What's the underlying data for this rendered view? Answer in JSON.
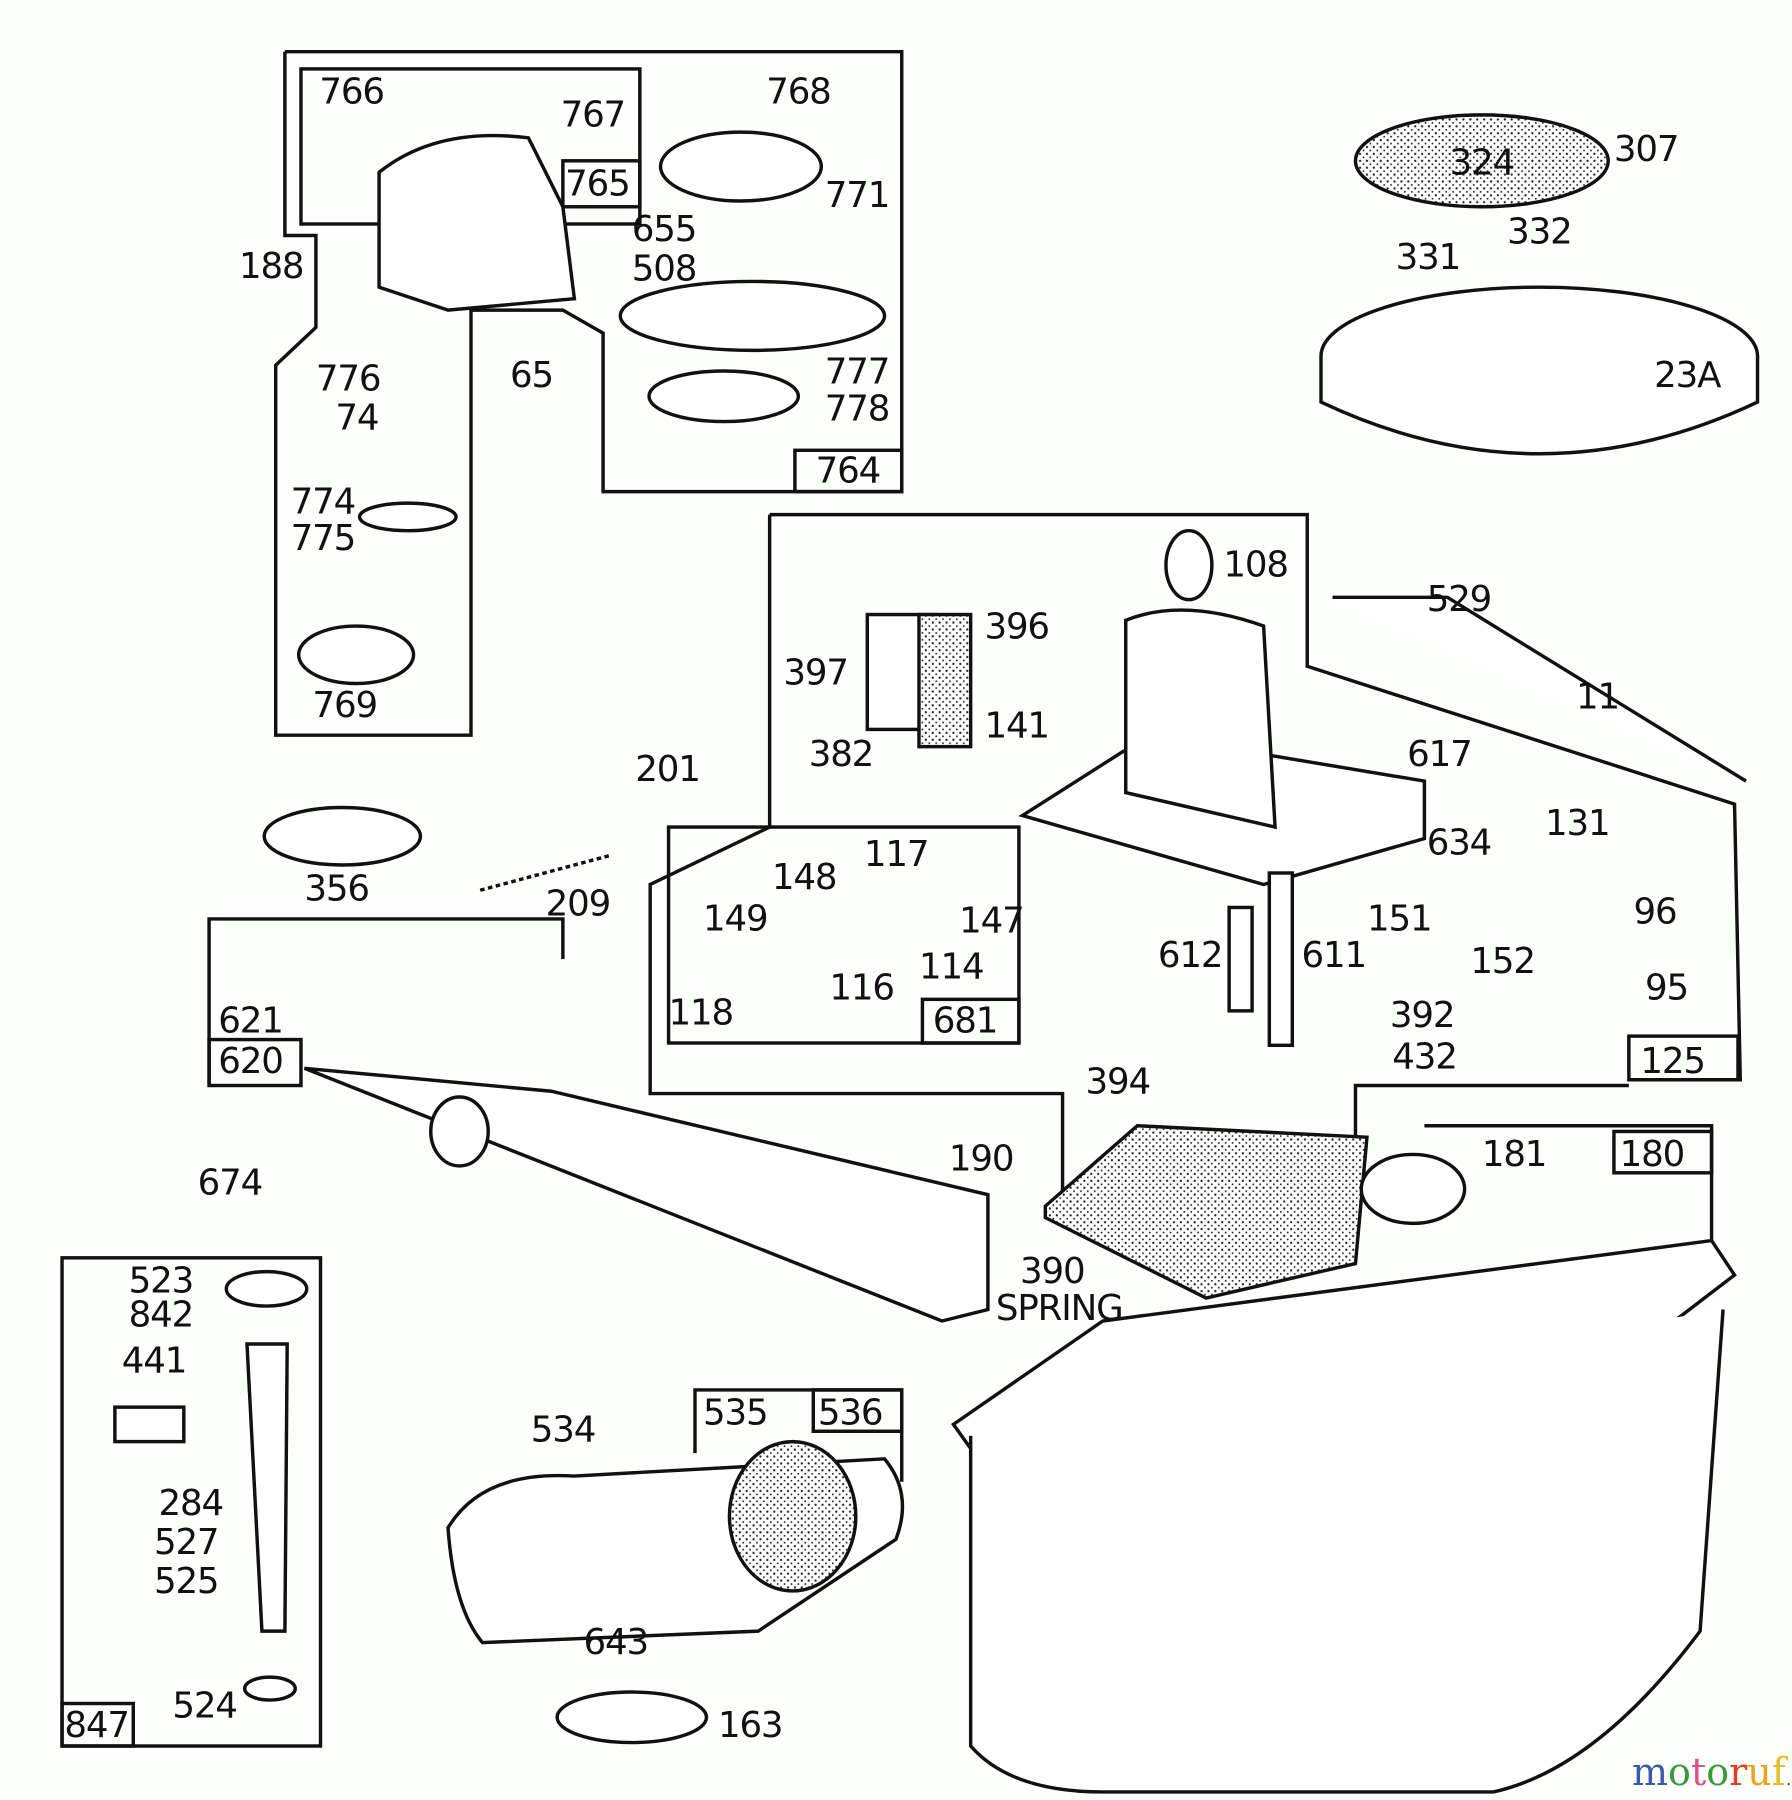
{
  "diagram": {
    "labels": [
      "766",
      "767",
      "768",
      "765",
      "771",
      "655",
      "508",
      "188",
      "776",
      "74",
      "65",
      "777",
      "778",
      "764",
      "774",
      "775",
      "769",
      "324",
      "307",
      "332",
      "331",
      "23A",
      "108",
      "529",
      "396",
      "397",
      "141",
      "382",
      "201",
      "11",
      "617",
      "131",
      "634",
      "356",
      "209",
      "117",
      "148",
      "149",
      "147",
      "114",
      "116",
      "118",
      "681",
      "612",
      "611",
      "151",
      "152",
      "96",
      "95",
      "392",
      "432",
      "125",
      "621",
      "620",
      "394",
      "190",
      "181",
      "180",
      "674",
      "390",
      "SPRING",
      "523",
      "842",
      "441",
      "284",
      "527",
      "525",
      "524",
      "847",
      "534",
      "535",
      "536",
      "643",
      "163"
    ],
    "group_boxes": [
      "764",
      "125",
      "681",
      "620",
      "180",
      "536",
      "847",
      "765"
    ]
  },
  "watermark": {
    "text": "motoruf",
    "suffix": ".de",
    "colors": [
      "#3a5aa8",
      "#3a9a3a",
      "#e0508a",
      "#3a9a3a",
      "#e04020",
      "#f0a020",
      "#e0c020"
    ]
  }
}
